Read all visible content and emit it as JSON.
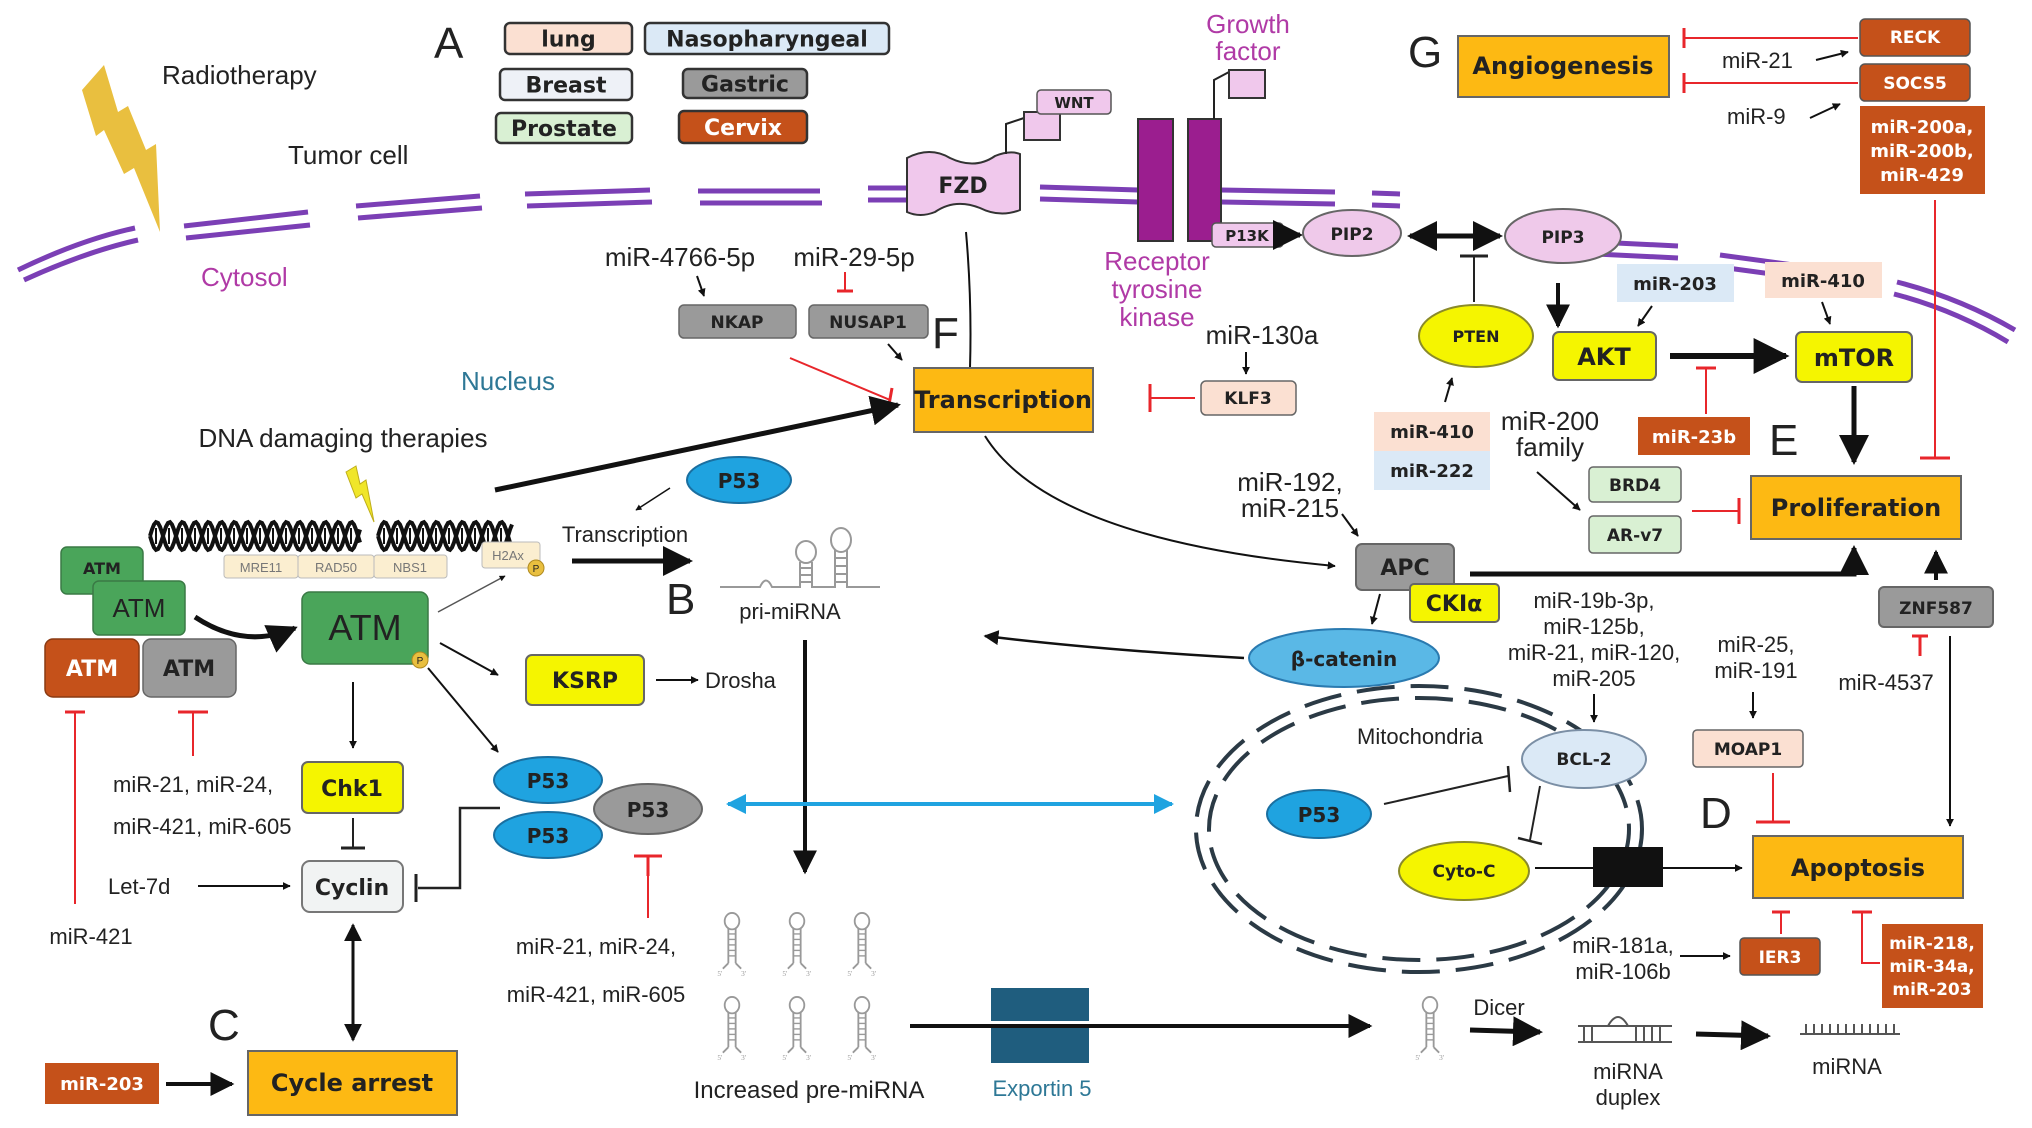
{
  "figure": {
    "colors": {
      "membrane": "#7b3fb5",
      "inhibit": "#e8262b",
      "process_box": "#fdb913",
      "yellow_node": "#f5f500",
      "orange_mir": "#c5511a",
      "gray_node": "#9a9a9a",
      "green_atm": "#4aa55a",
      "blue_p53": "#1fa3e0",
      "pink_receptor": "#f0c8ec",
      "receptor_bar": "#9b1e8f",
      "peach": "#fbe0d2",
      "light_blue": "#dbe9f6",
      "light_green": "#d9f0d3",
      "exportin": "#1f5d7e",
      "magenta_text": "#b03aa6",
      "teal_text": "#2e7896"
    },
    "labels": {
      "radiotherapy": "Radiotherapy",
      "tumor_cell": "Tumor cell",
      "cytosol": "Cytosol",
      "nucleus": "Nucleus",
      "dna_damaging": "DNA damaging therapies",
      "growth_factor_1": "Growth",
      "growth_factor_2": "factor",
      "rtk_1": "Receptor",
      "rtk_2": "tyrosine",
      "rtk_3": "kinase",
      "mitochondria": "Mitochondria",
      "transcription_text": "Transcription",
      "pri_mirna": "pri-miRNA",
      "drosha": "Drosha",
      "increased_pre_mirna": "Increased pre-miRNA",
      "exportin5": "Exportin 5",
      "dicer": "Dicer",
      "mirna_duplex_1": "miRNA",
      "mirna_duplex_2": "duplex",
      "mirna": "miRNA"
    },
    "panel_letters": {
      "A": "A",
      "B": "B",
      "C": "C",
      "D": "D",
      "E": "E",
      "F": "F",
      "G": "G"
    },
    "cancer_legend": [
      {
        "label": "lung",
        "color": "#fbe0d2",
        "text_color": "#222"
      },
      {
        "label": "Nasopharyngeal",
        "color": "#dbe9f6",
        "text_color": "#222"
      },
      {
        "label": "Breast",
        "color": "#eef1f7",
        "text_color": "#222"
      },
      {
        "label": "Gastric",
        "color": "#9a9a9a",
        "text_color": "#222"
      },
      {
        "label": "Prostate",
        "color": "#d9f0d3",
        "text_color": "#222"
      },
      {
        "label": "Cervix",
        "color": "#c5511a",
        "text_color": "#ffffff"
      }
    ],
    "nodes": {
      "fzd": "FZD",
      "wnt": "WNT",
      "p13k": "P13K",
      "pip2": "PIP2",
      "pip3": "PIP3",
      "pten": "PTEN",
      "akt": "AKT",
      "mtor": "mTOR",
      "angiogenesis": "Angiogenesis",
      "reck": "RECK",
      "socs5": "SOCS5",
      "mir200_box_1": "miR-200a,",
      "mir200_box_2": "miR-200b,",
      "mir200_box_3": "miR-429",
      "mir203_akt": "miR-203",
      "mir410_mtor": "miR-410",
      "mir23b": "miR-23b",
      "mir410_pten": "miR-410",
      "mir222_pten": "miR-222",
      "brd4": "BRD4",
      "arv7": "AR-v7",
      "proliferation": "Proliferation",
      "apc": "APC",
      "ckia": "CKIα",
      "znf587": "ZNF587",
      "beta_catenin": "β-catenin",
      "bcl2": "BCL-2",
      "p53_mito": "P53",
      "cytoc": "Cyto-C",
      "moap1": "MOAP1",
      "apoptosis": "Apoptosis",
      "ier3": "IER3",
      "mir218_1": "miR-218,",
      "mir218_2": "miR-34a,",
      "mir218_3": "miR-203",
      "transcription": "Transcription",
      "klf3": "KLF3",
      "nkap": "NKAP",
      "nusap1": "NUSAP1",
      "p53_top": "P53",
      "mre11": "MRE11",
      "rad50": "RAD50",
      "nbs1": "NBS1",
      "h2ax": "H2Ax",
      "phospho": "P",
      "atm": "ATM",
      "ksrp": "KSRP",
      "chk1": "Chk1",
      "cyclin": "Cyclin",
      "p53": "P53",
      "cycle_arrest": "Cycle arrest",
      "mir203_cycle": "miR-203",
      "five_prime": "5'",
      "three_prime": "3'"
    },
    "mirna_texts": {
      "mir21_angio": "miR-21",
      "mir9_angio": "miR-9",
      "mir4766": "miR-4766-5p",
      "mir29": "miR-29-5p",
      "mir130a": "miR-130a",
      "mir200_family_1": "miR-200",
      "mir200_family_2": "family",
      "mir192_1": "miR-192,",
      "mir192_2": "miR-215",
      "bcl2_mirs_1": "miR-19b-3p,",
      "bcl2_mirs_2": "miR-125b,",
      "bcl2_mirs_3": "miR-21, miR-120,",
      "bcl2_mirs_4": "miR-205",
      "moap1_mirs_1": "miR-25,",
      "moap1_mirs_2": "miR-191",
      "mir4537": "miR-4537",
      "ier3_mirs_1": "miR-181a,",
      "ier3_mirs_2": "miR-106b",
      "atm_mirs_1": "miR-21, miR-24,",
      "atm_mirs_2": "miR-421, miR-605",
      "let7d": "Let-7d",
      "mir421": "miR-421",
      "p53_mirs_1": "miR-21, miR-24,",
      "p53_mirs_2": "miR-421, miR-605"
    }
  }
}
